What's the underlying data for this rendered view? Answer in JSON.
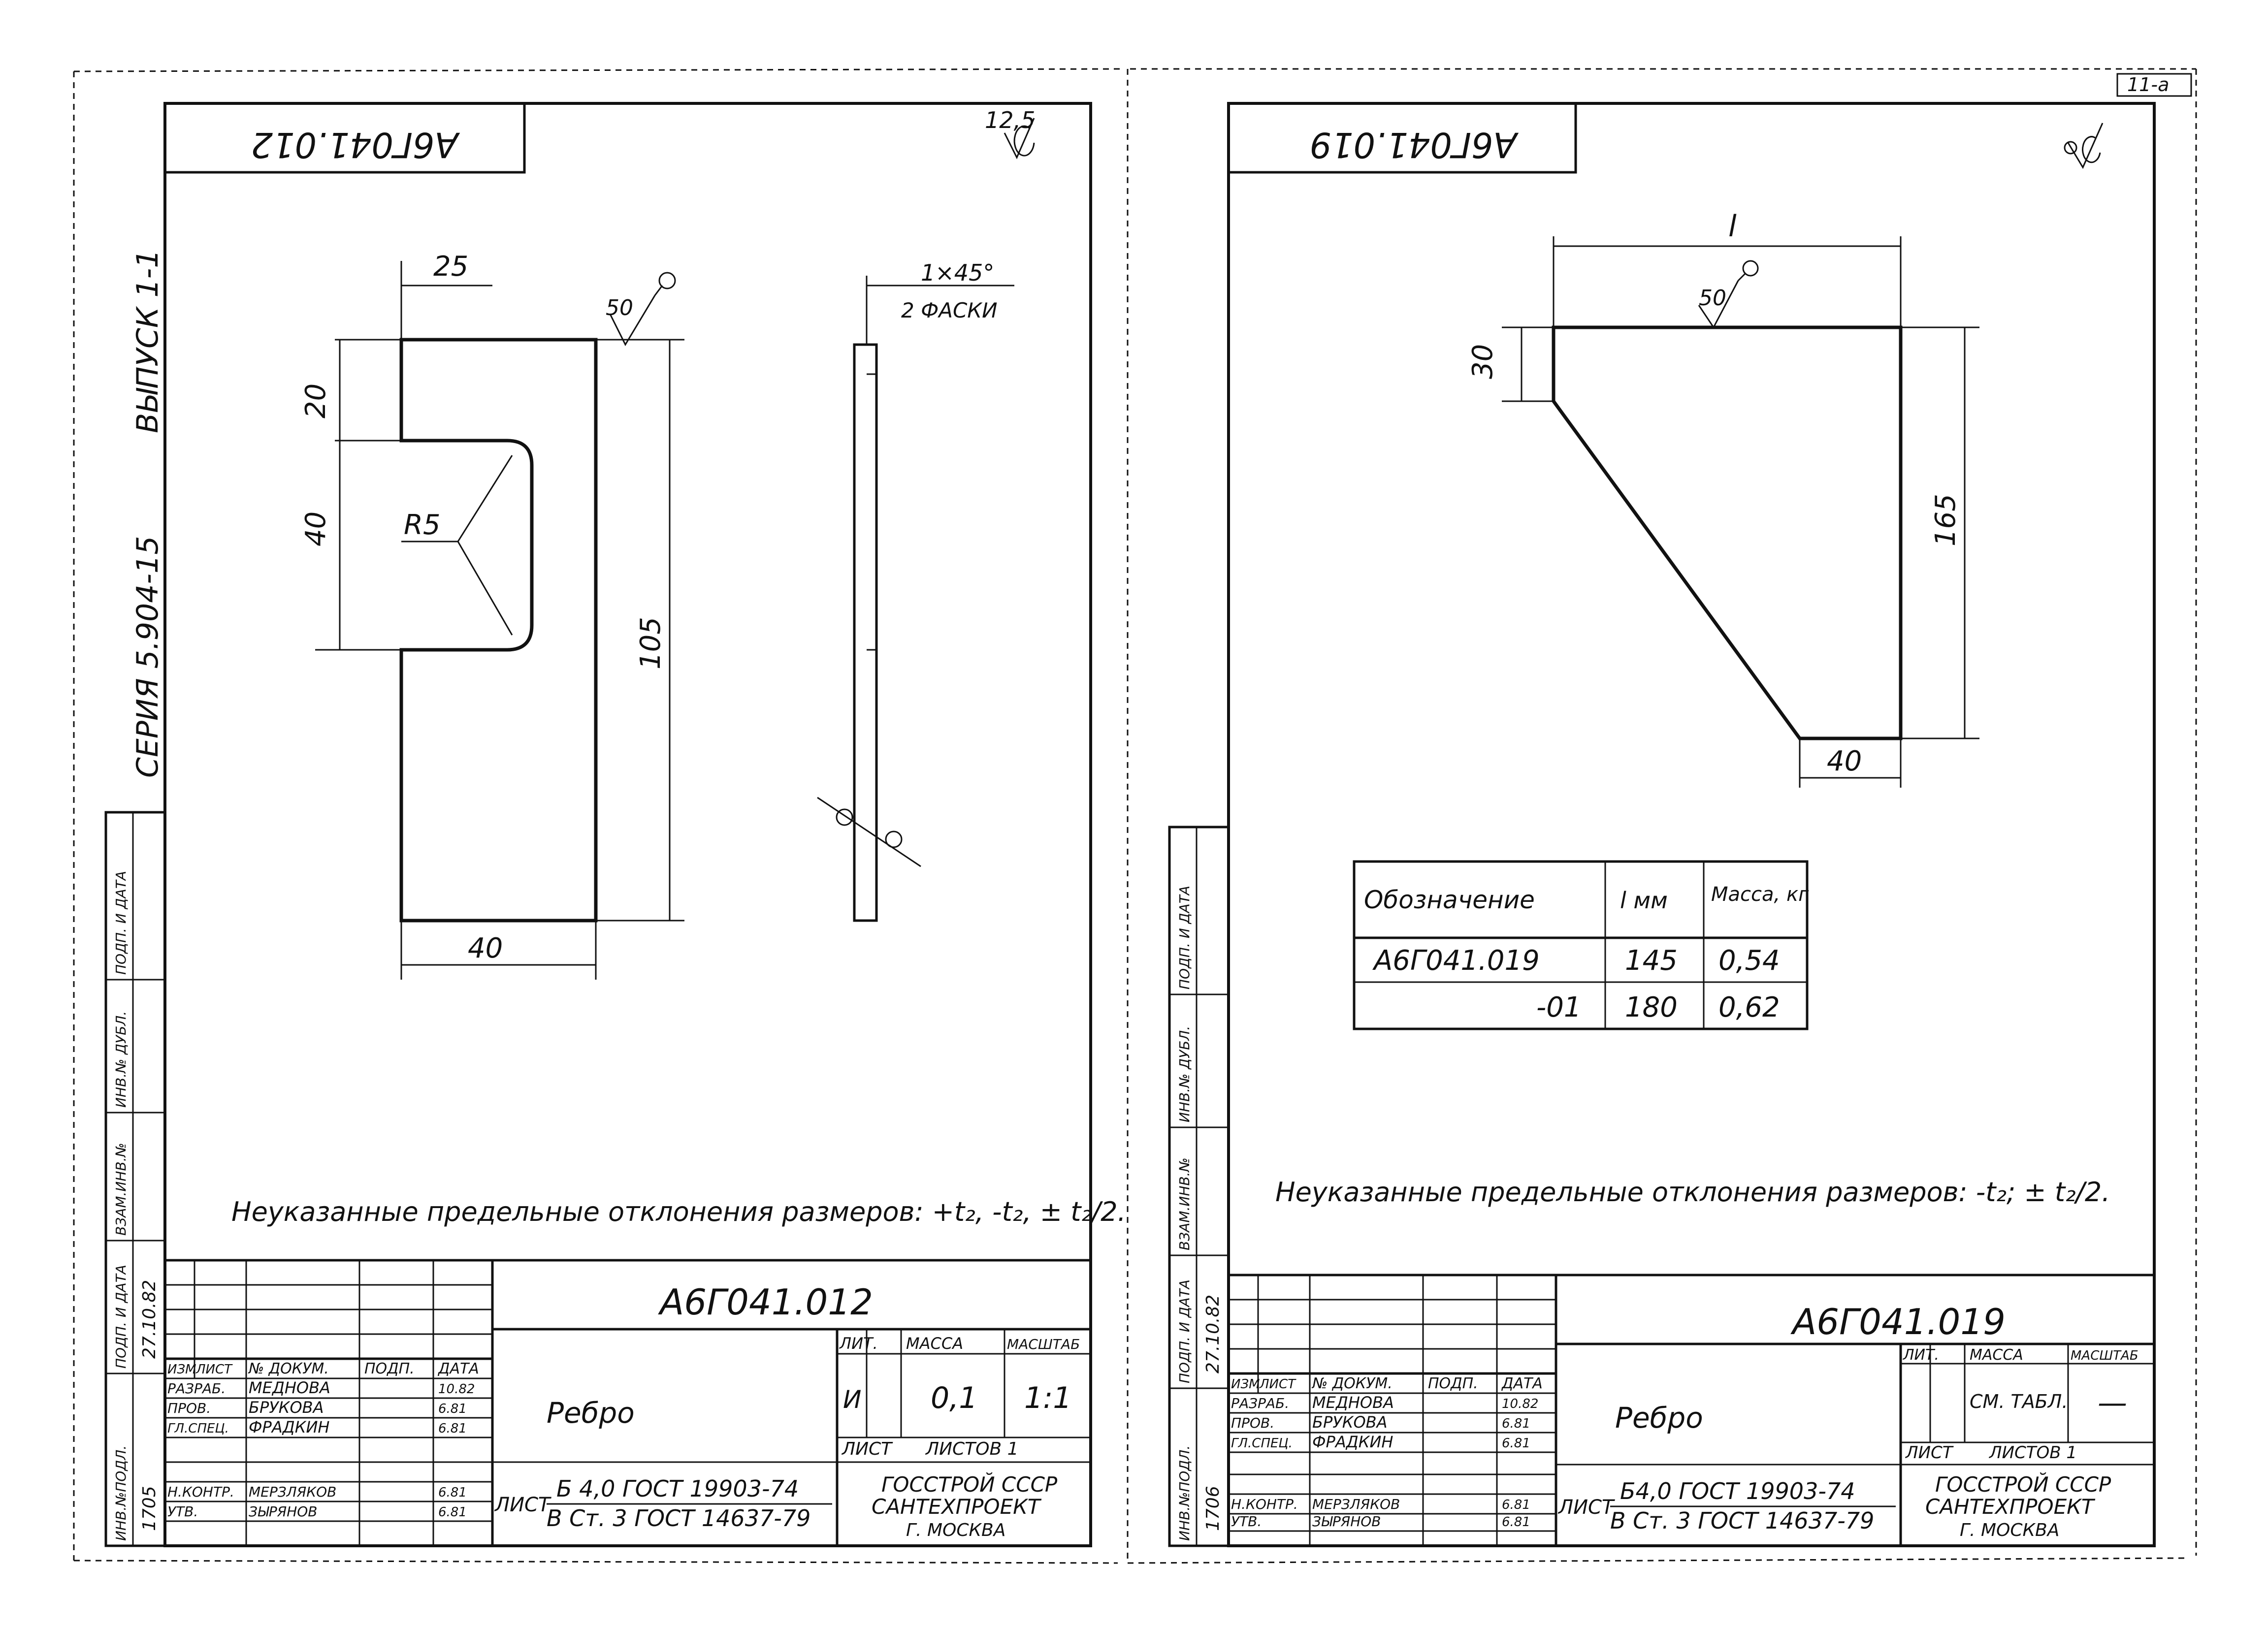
{
  "series_text": "СЕРИЯ 5.904-15",
  "vypusk": "ВЫПУСК 1-1",
  "sheet_number": "11-а",
  "colors": {
    "ink": "#111111",
    "paper": "#ffffff"
  },
  "side_stamp": {
    "labels": [
      "ИНВ.№ПОДЛ.",
      "ПОДП. И ДАТА",
      "ВЗАМ.ИНВ.№",
      "ИНВ.№ ДУБЛ.",
      "ПОДП. И ДАТА"
    ]
  },
  "left": {
    "top_code": "А6Г041.012",
    "roughness_value": "12,5",
    "dims": {
      "top": "25",
      "d20": "20",
      "d40": "40",
      "radius": "R5",
      "length": "105",
      "bottom": "40"
    },
    "weld": "50",
    "chamfer_line1": "1×45°",
    "chamfer_line2": "2 ФАСКИ",
    "note": "Неуказанные предельные отклонения размеров: +t₂, -t₂, ± t₂/2.",
    "stamp": {
      "code": "А6Г041.012",
      "name": "Ребро",
      "header_cols": [
        "ИЗМ",
        "ЛИСТ",
        "№ ДОКУМ.",
        "ПОДП.",
        "ДАТА"
      ],
      "roles": [
        "РАЗРАБ.",
        "ПРОВ.",
        "ГЛ.СПЕЦ.",
        "Н.КОНТР.",
        "УТВ."
      ],
      "names": [
        "МЕДНОВА",
        "БРУКОВА",
        "ФРАДКИН",
        "МЕРЗЛЯКОВ",
        "ЗЫРЯНОВ"
      ],
      "dates": [
        "10.82",
        "6.81",
        "6.81",
        "6.81",
        "6.81"
      ],
      "lit": "ЛИТ.",
      "mass_label": "МАССА",
      "scale_label": "МАСШТАБ",
      "lit_value": "И",
      "mass": "0,1",
      "scale": "1:1",
      "sheet_label": "ЛИСТ",
      "sheets_label": "ЛИСТОВ 1",
      "material_label": "ЛИСТ",
      "material_top": "Б 4,0 ГОСТ 19903-74",
      "material_bottom": "В Ст. 3 ГОСТ 14637-79",
      "org1": "ГОССТРОЙ СССР",
      "org2": "САНТЕХПРОЕКТ",
      "org3": "Г. МОСКВА",
      "side_num": "1705",
      "side_date": "27.10.82"
    }
  },
  "right": {
    "top_code": "А6Г041.019",
    "dims": {
      "l": "l",
      "d30": "30",
      "d165": "165",
      "d40": "40"
    },
    "weld": "50",
    "table": {
      "headers": [
        "Обозначение",
        "l мм",
        "Масса, кг"
      ],
      "rows": [
        [
          "А6Г041.019",
          "145",
          "0,54"
        ],
        [
          "-01",
          "180",
          "0,62"
        ]
      ]
    },
    "note": "Неуказанные предельные отклонения размеров: -t₂; ± t₂/2.",
    "stamp": {
      "code": "А6Г041.019",
      "name": "Ребро",
      "header_cols": [
        "ИЗМ",
        "ЛИСТ",
        "№ ДОКУМ.",
        "ПОДП.",
        "ДАТА"
      ],
      "roles": [
        "РАЗРАБ.",
        "ПРОВ.",
        "ГЛ.СПЕЦ.",
        "Н.КОНТР.",
        "УТВ."
      ],
      "names": [
        "МЕДНОВА",
        "БРУКОВА",
        "ФРАДКИН",
        "МЕРЗЛЯКОВ",
        "ЗЫРЯНОВ"
      ],
      "dates": [
        "10.82",
        "6.81",
        "6.81",
        "6.81",
        "6.81"
      ],
      "lit": "ЛИТ.",
      "mass_label": "МАССА",
      "scale_label": "МАСШТАБ",
      "mass_value": "СМ. ТАБЛ.",
      "scale": "—",
      "sheet_label": "ЛИСТ",
      "sheets_label": "ЛИСТОВ 1",
      "material_label": "ЛИСТ",
      "material_top": "Б4,0 ГОСТ 19903-74",
      "material_bottom": "В Ст. 3 ГОСТ 14637-79",
      "org1": "ГОССТРОЙ СССР",
      "org2": "САНТЕХПРОЕКТ",
      "org3": "Г. МОСКВА",
      "side_num": "1706",
      "side_date": "27.10.82"
    }
  }
}
